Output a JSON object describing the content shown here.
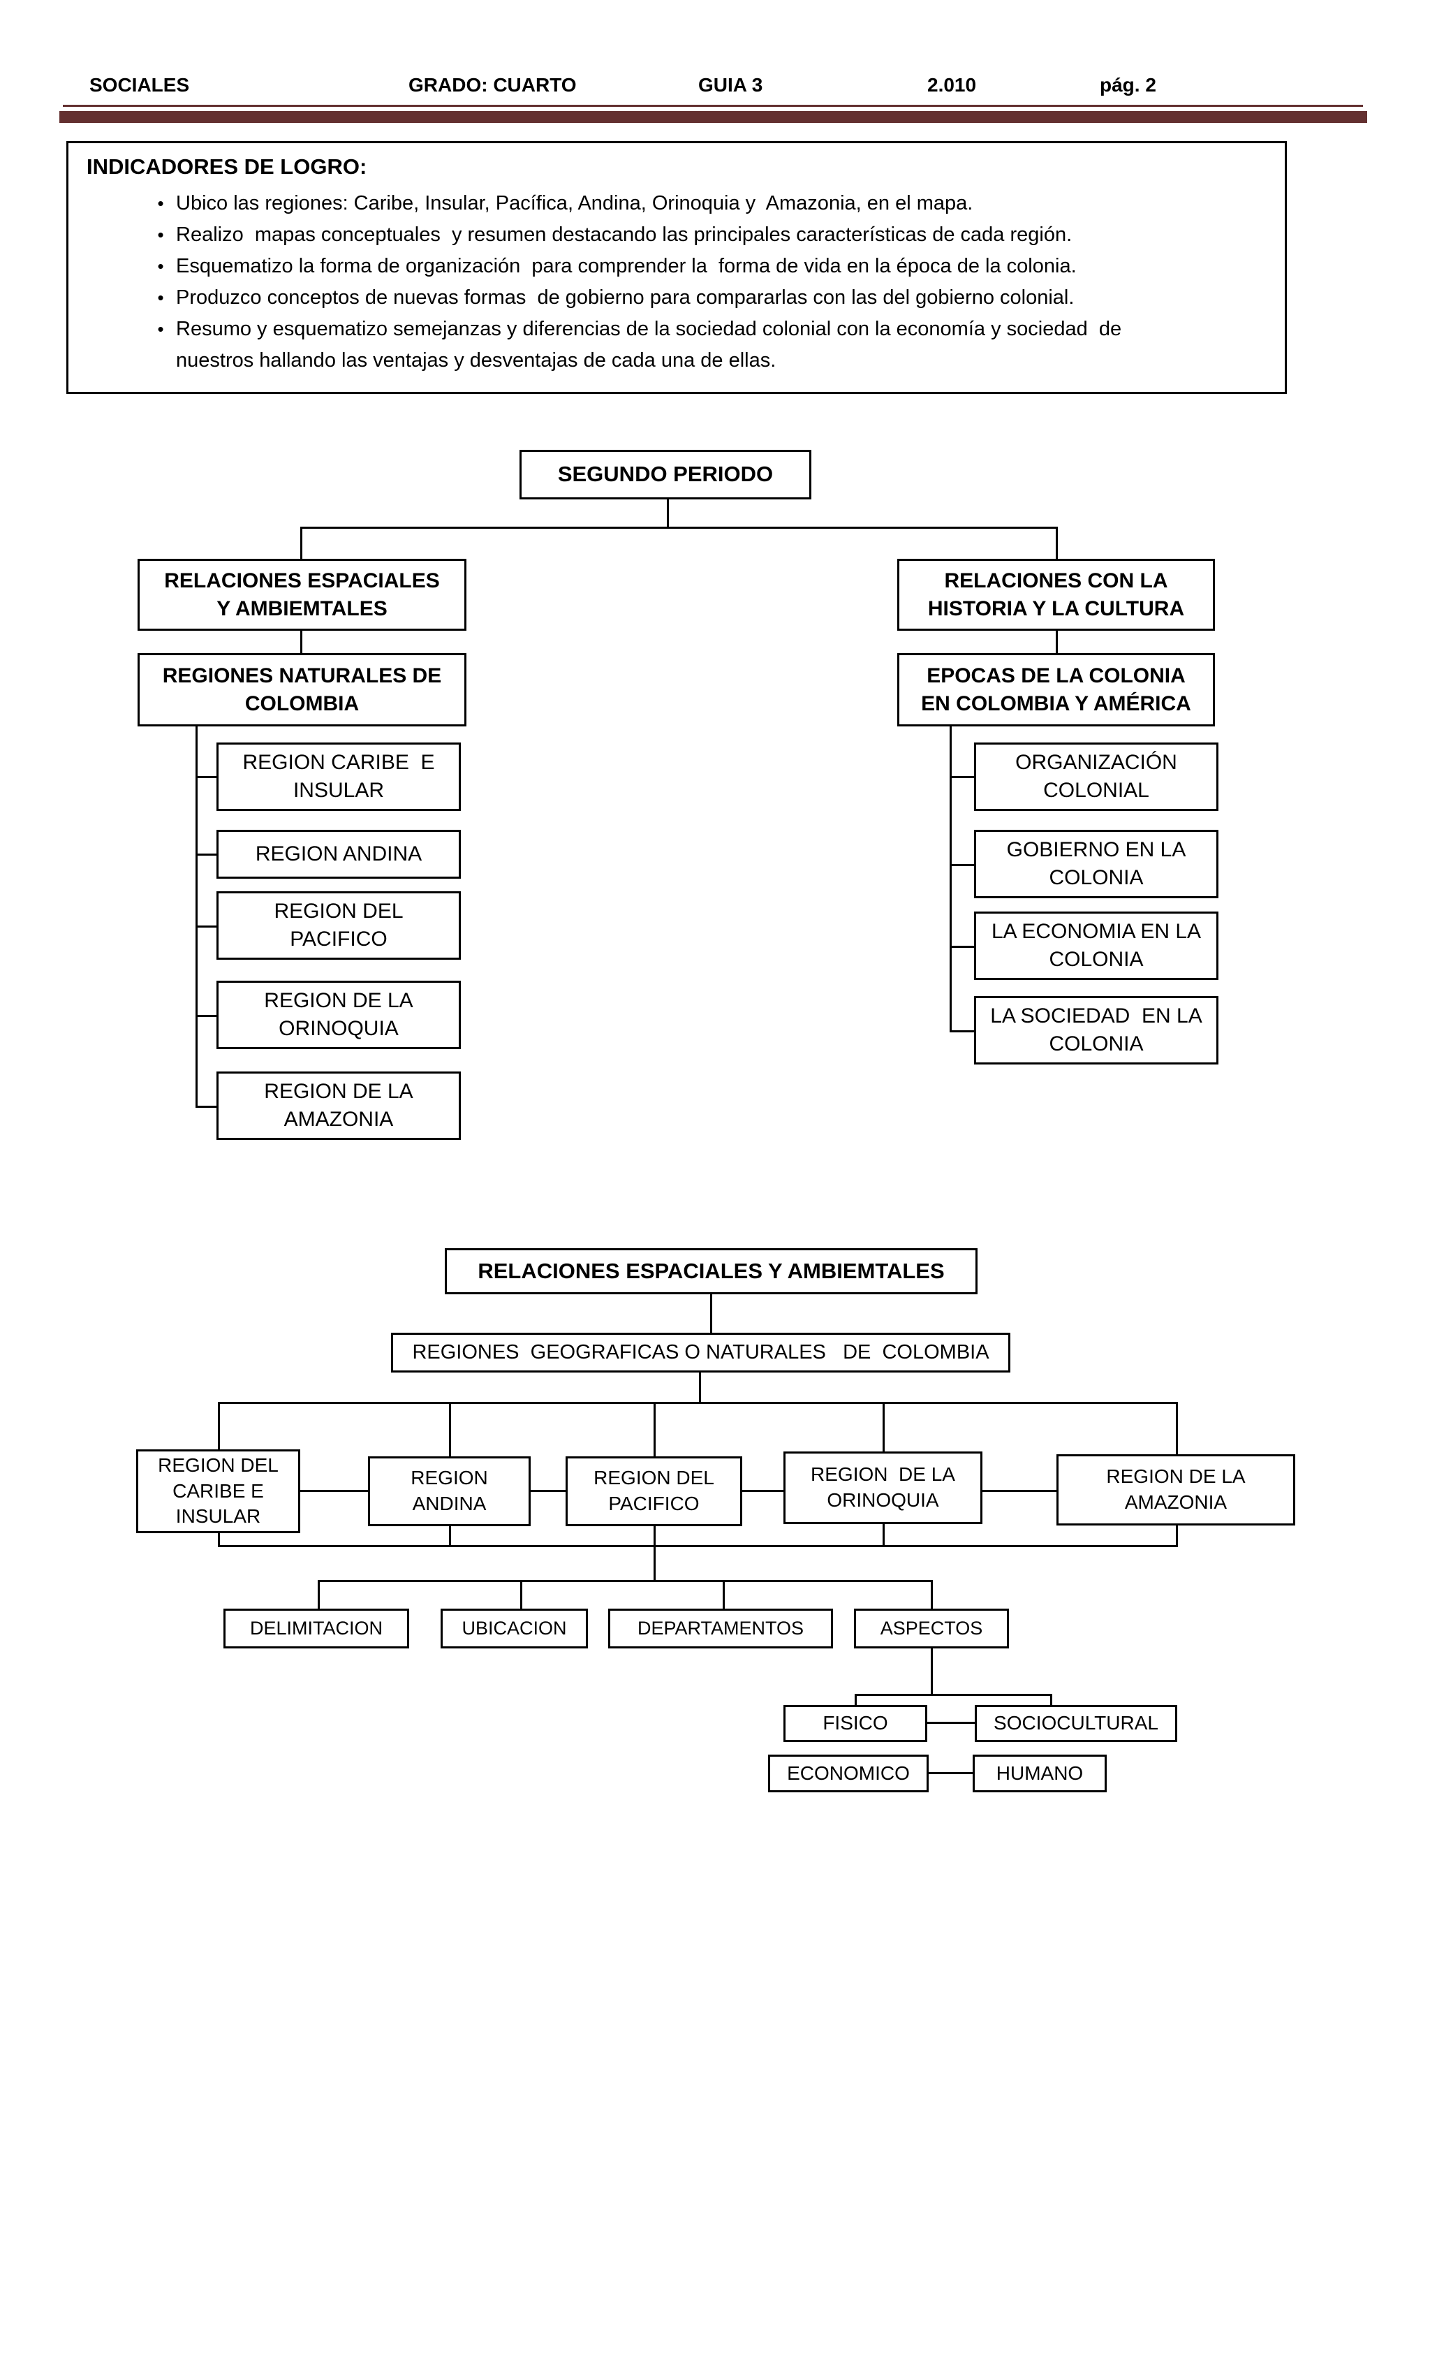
{
  "colors": {
    "accent": "#633030",
    "line": "#000000"
  },
  "header": {
    "subject": "SOCIALES",
    "grade": "GRADO: CUARTO",
    "guide": "GUIA 3",
    "year": "2.010",
    "page": "pág. 2"
  },
  "indicadores": {
    "title": "INDICADORES DE LOGRO:",
    "bullet": "•",
    "items": [
      "Ubico las regiones: Caribe, Insular, Pacífica, Andina, Orinoquia y  Amazonia, en el mapa.",
      "Realizo  mapas conceptuales  y resumen destacando las principales características de cada región.",
      "Esquematizo la forma de organización  para comprender la  forma de vida en la época de la colonia.",
      "Produzco conceptos de nuevas formas  de gobierno para compararlas con las del gobierno colonial.",
      "Resumo y esquematizo semejanzas y diferencias de la sociedad colonial con la economía y sociedad  de nuestros hallando las ventajas y desventajas de cada una de ellas."
    ]
  },
  "diagram1": {
    "root": "SEGUNDO PERIODO",
    "left": {
      "branch": "RELACIONES ESPACIALES\nY AMBIEMTALES",
      "topic": "REGIONES NATURALES DE\nCOLOMBIA",
      "children": [
        "REGION CARIBE  E\nINSULAR",
        "REGION ANDINA",
        "REGION DEL\nPACIFICO",
        "REGION DE LA\nORINOQUIA",
        "REGION DE LA\nAMAZONIA"
      ]
    },
    "right": {
      "branch": "RELACIONES CON LA\nHISTORIA Y LA CULTURA",
      "topic": "EPOCAS DE LA COLONIA\nEN COLOMBIA Y AMÉRICA",
      "children": [
        "ORGANIZACIÓN\nCOLONIAL",
        "GOBIERNO EN LA\nCOLONIA",
        "LA ECONOMIA EN LA\nCOLONIA",
        "LA SOCIEDAD  EN LA\nCOLONIA"
      ]
    }
  },
  "diagram2": {
    "title": "RELACIONES ESPACIALES Y AMBIEMTALES",
    "subtitle": "REGIONES  GEOGRAFICAS O NATURALES   DE  COLOMBIA",
    "regions": [
      "REGION DEL\nCARIBE E\nINSULAR",
      "REGION\nANDINA",
      "REGION DEL\nPACIFICO",
      "REGION  DE LA\nORINOQUIA",
      "REGION DE LA\nAMAZONIA"
    ],
    "detail_row": [
      "DELIMITACION",
      "UBICACION",
      "DEPARTAMENTOS",
      "ASPECTOS"
    ],
    "aspect_children": [
      "FISICO",
      "SOCIOCULTURAL",
      "ECONOMICO",
      "HUMANO"
    ]
  }
}
